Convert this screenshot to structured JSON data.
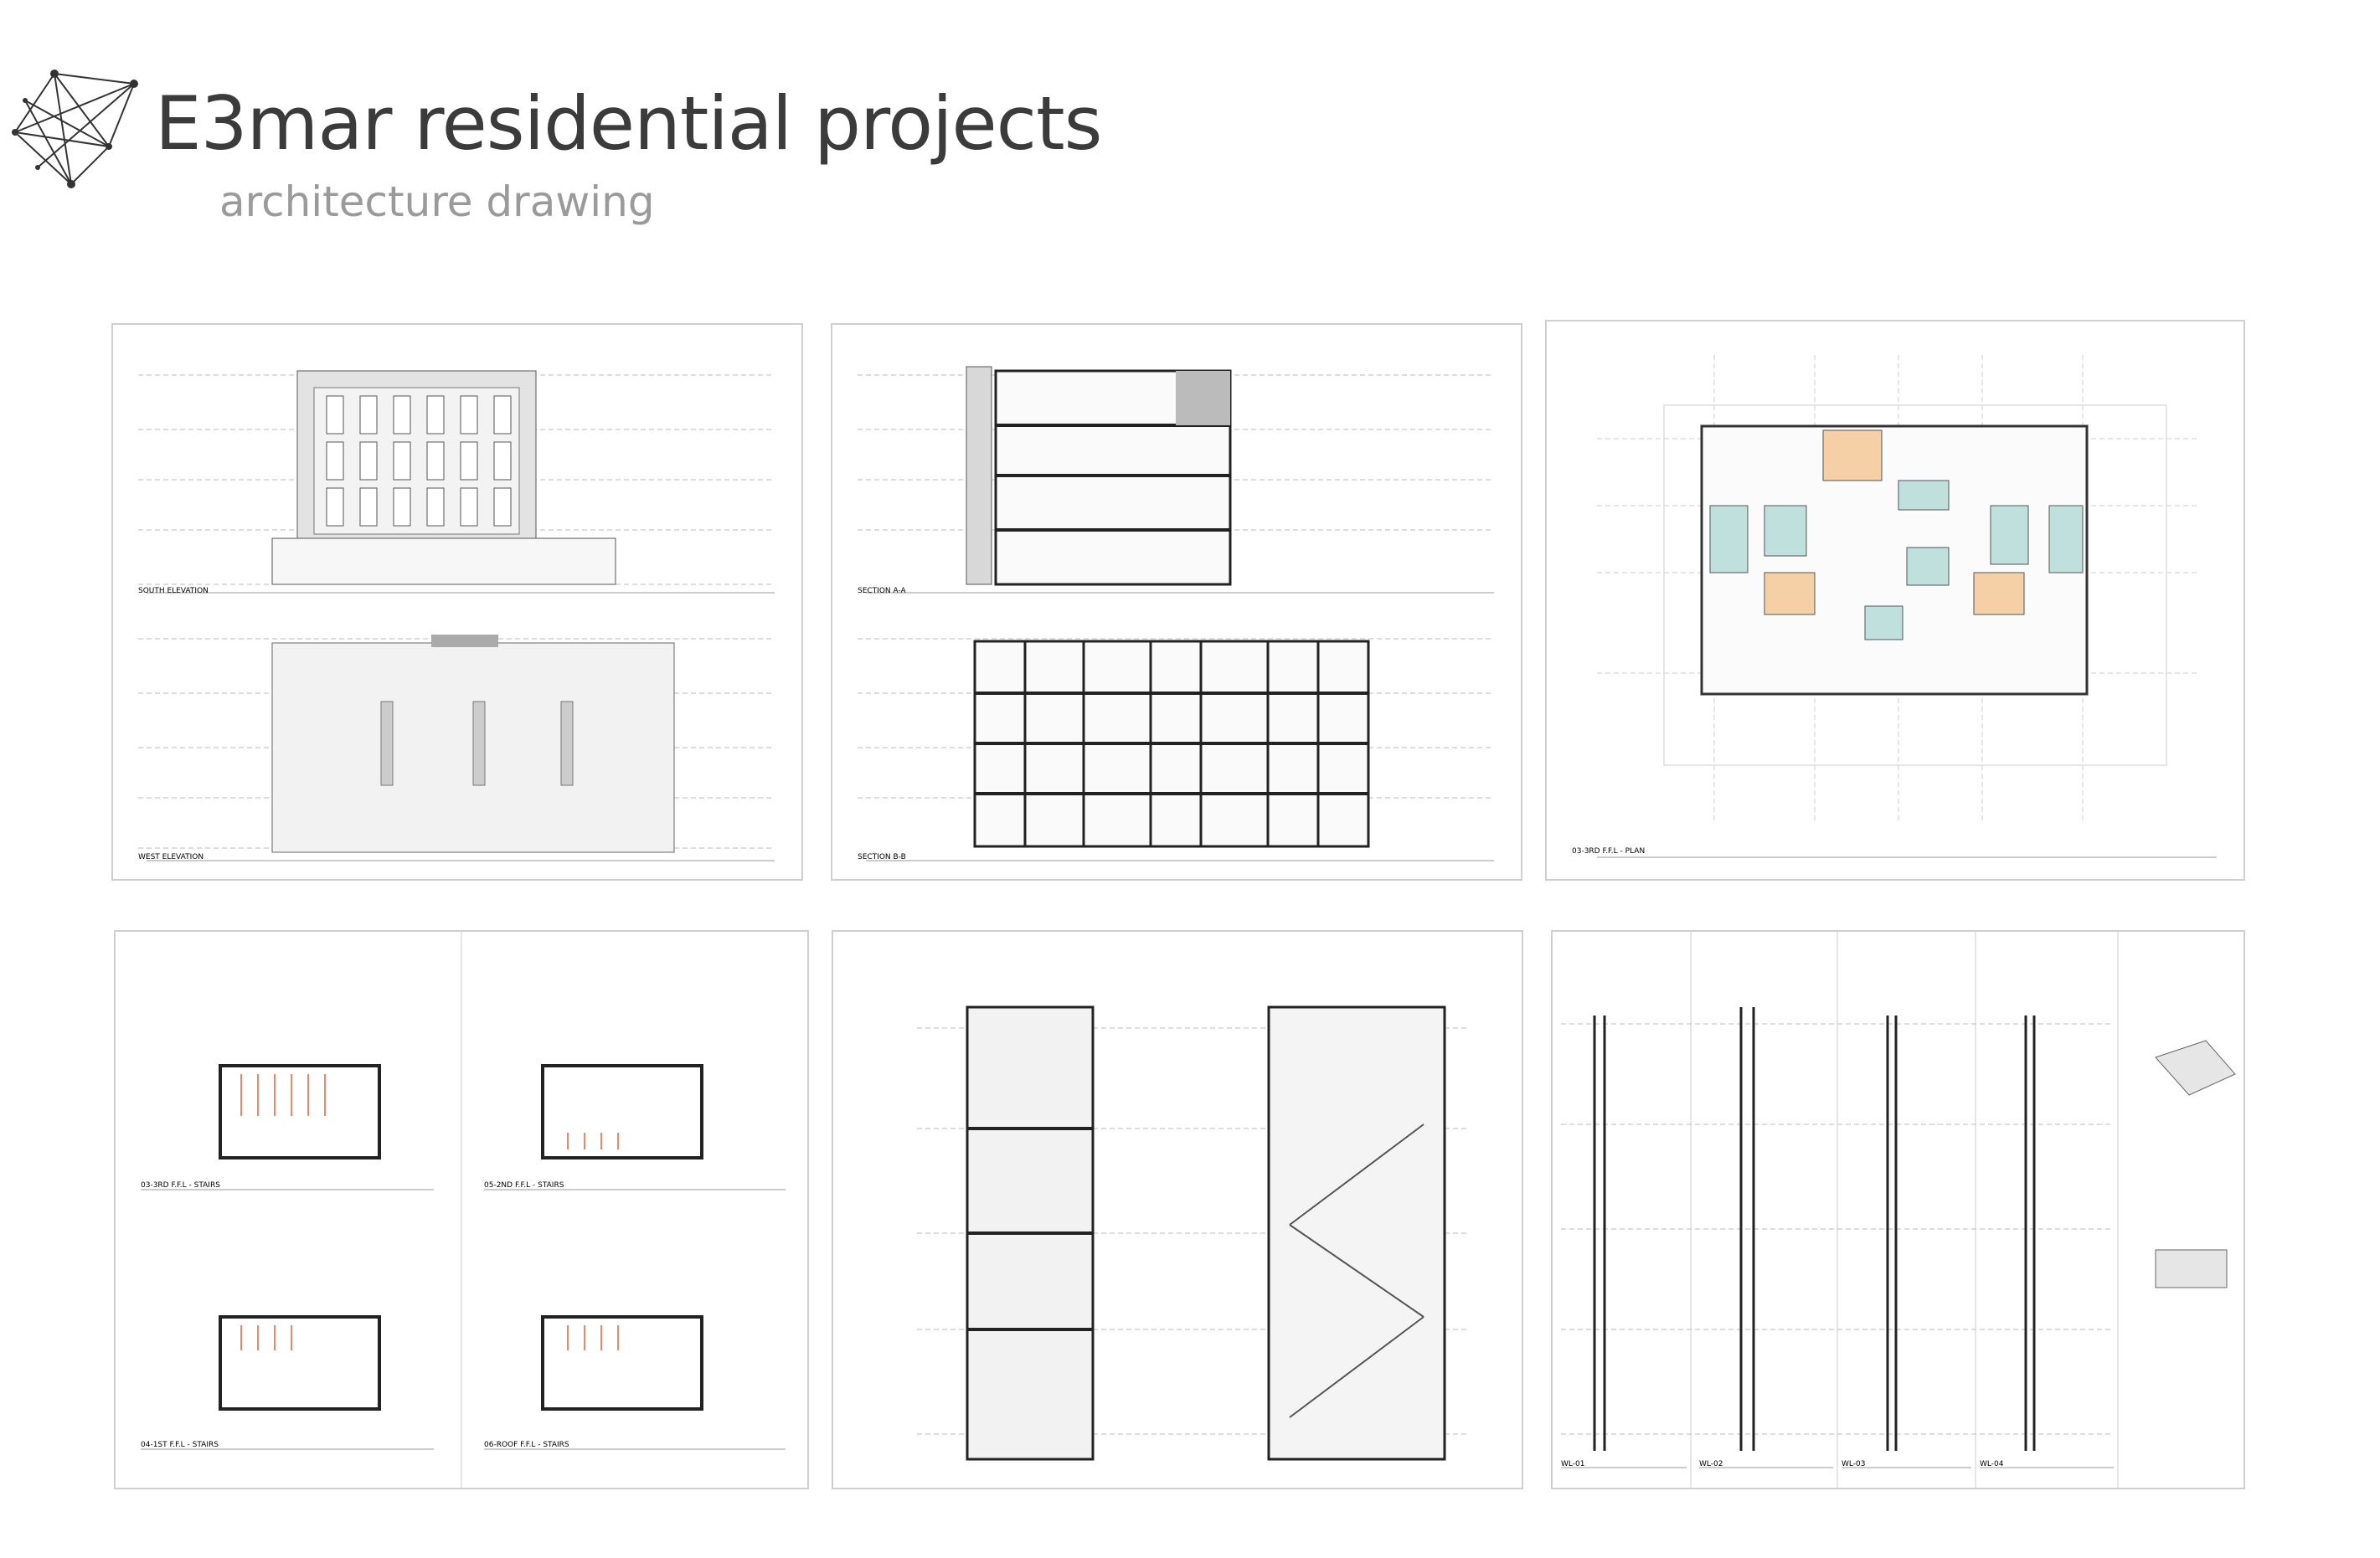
{
  "header": {
    "title": "E3mar residential projects",
    "subtitle": "architecture drawing"
  },
  "sheets": [
    {
      "views": [
        "SOUTH ELEVATION",
        "WEST ELEVATION"
      ]
    },
    {
      "views": [
        "SECTION A-A",
        "SECTION B-B"
      ]
    },
    {
      "views": [
        "03-3RD F.F.L - PLAN"
      ]
    },
    {
      "views": [
        "03-3RD F.F.L - STAIRS",
        "05-2ND F.F.L - STAIRS",
        "04-1ST F.F.L - STAIRS",
        "06-ROOF F.F.L - STAIRS"
      ]
    },
    {
      "views": []
    },
    {
      "views": [
        "WL-01",
        "WL-02",
        "WL-03",
        "WL-04"
      ]
    }
  ],
  "colors": {
    "title": "#3b3b3b",
    "subtitle": "#9a9a9a",
    "room_orange": "#f5cfa6",
    "room_teal": "#bfe0dd",
    "stair_red": "#d9663a"
  }
}
